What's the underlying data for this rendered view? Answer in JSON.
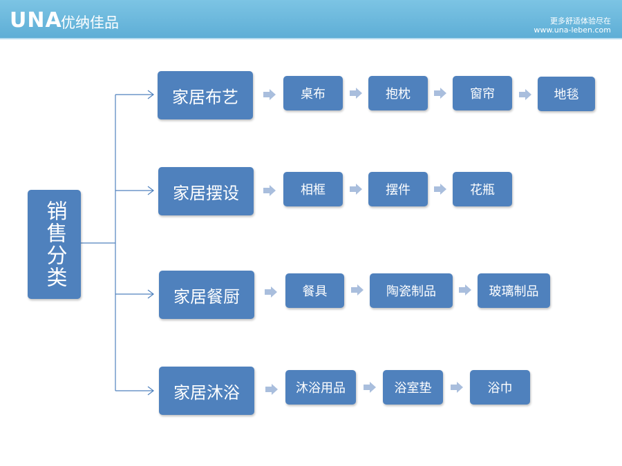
{
  "header": {
    "logo_mark": "UNA",
    "logo_text": "优纳佳品",
    "slogan_line1": "更多舒适体验尽在",
    "slogan_line2": "www.una-leben.com"
  },
  "root": {
    "label": "销售分类"
  },
  "categories": [
    {
      "label": "家居布艺",
      "items": [
        "桌布",
        "抱枕",
        "窗帘",
        "地毯"
      ]
    },
    {
      "label": "家居摆设",
      "items": [
        "相框",
        "摆件",
        "花瓶"
      ]
    },
    {
      "label": "家居餐厨",
      "items": [
        "餐具",
        "陶瓷制品",
        "玻璃制品"
      ]
    },
    {
      "label": "家居沐浴",
      "items": [
        "沐浴用品",
        "浴室垫",
        "浴巾"
      ]
    }
  ],
  "colors": {
    "box_fill": "#4f81bd",
    "connector": "#4f81bd",
    "block_arrow": "#a9bedd",
    "header": "#6cb8de"
  }
}
